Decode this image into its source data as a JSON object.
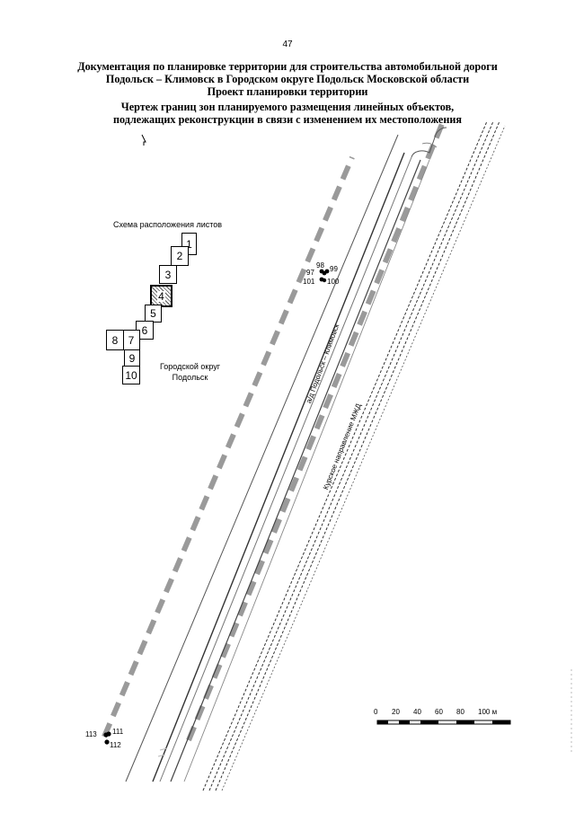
{
  "page_number": "47",
  "header": {
    "line1": "Документация по планировке территории для строительства автомобильной дороги",
    "line2": "Подольск – Климовск в Городском округе Подольск Московской области",
    "line3": "Проект планировки территории",
    "line4": "Чертеж границ зон планируемого размещения линейных объектов,",
    "line5": "подлежащих реконструкции в связи с изменением их местоположения"
  },
  "sheet_scheme": {
    "title": "Схема расположения листов",
    "active_sheet": "4",
    "sheets": [
      "1",
      "2",
      "3",
      "4",
      "5",
      "6",
      "7",
      "8",
      "9",
      "10"
    ]
  },
  "district": {
    "line1": "Городской округ",
    "line2": "Подольск"
  },
  "points": {
    "p98": "98",
    "p97": "97",
    "p99": "99",
    "p101": "101",
    "p100": "100",
    "p113": "113",
    "p111": "111",
    "p112": "112"
  },
  "labels": {
    "road": "а/д Подольск – Климовск",
    "railway": "Курское направление МЖД"
  },
  "scale_bar": {
    "ticks": [
      "0",
      "20",
      "40",
      "60",
      "80",
      "100 м"
    ]
  }
}
